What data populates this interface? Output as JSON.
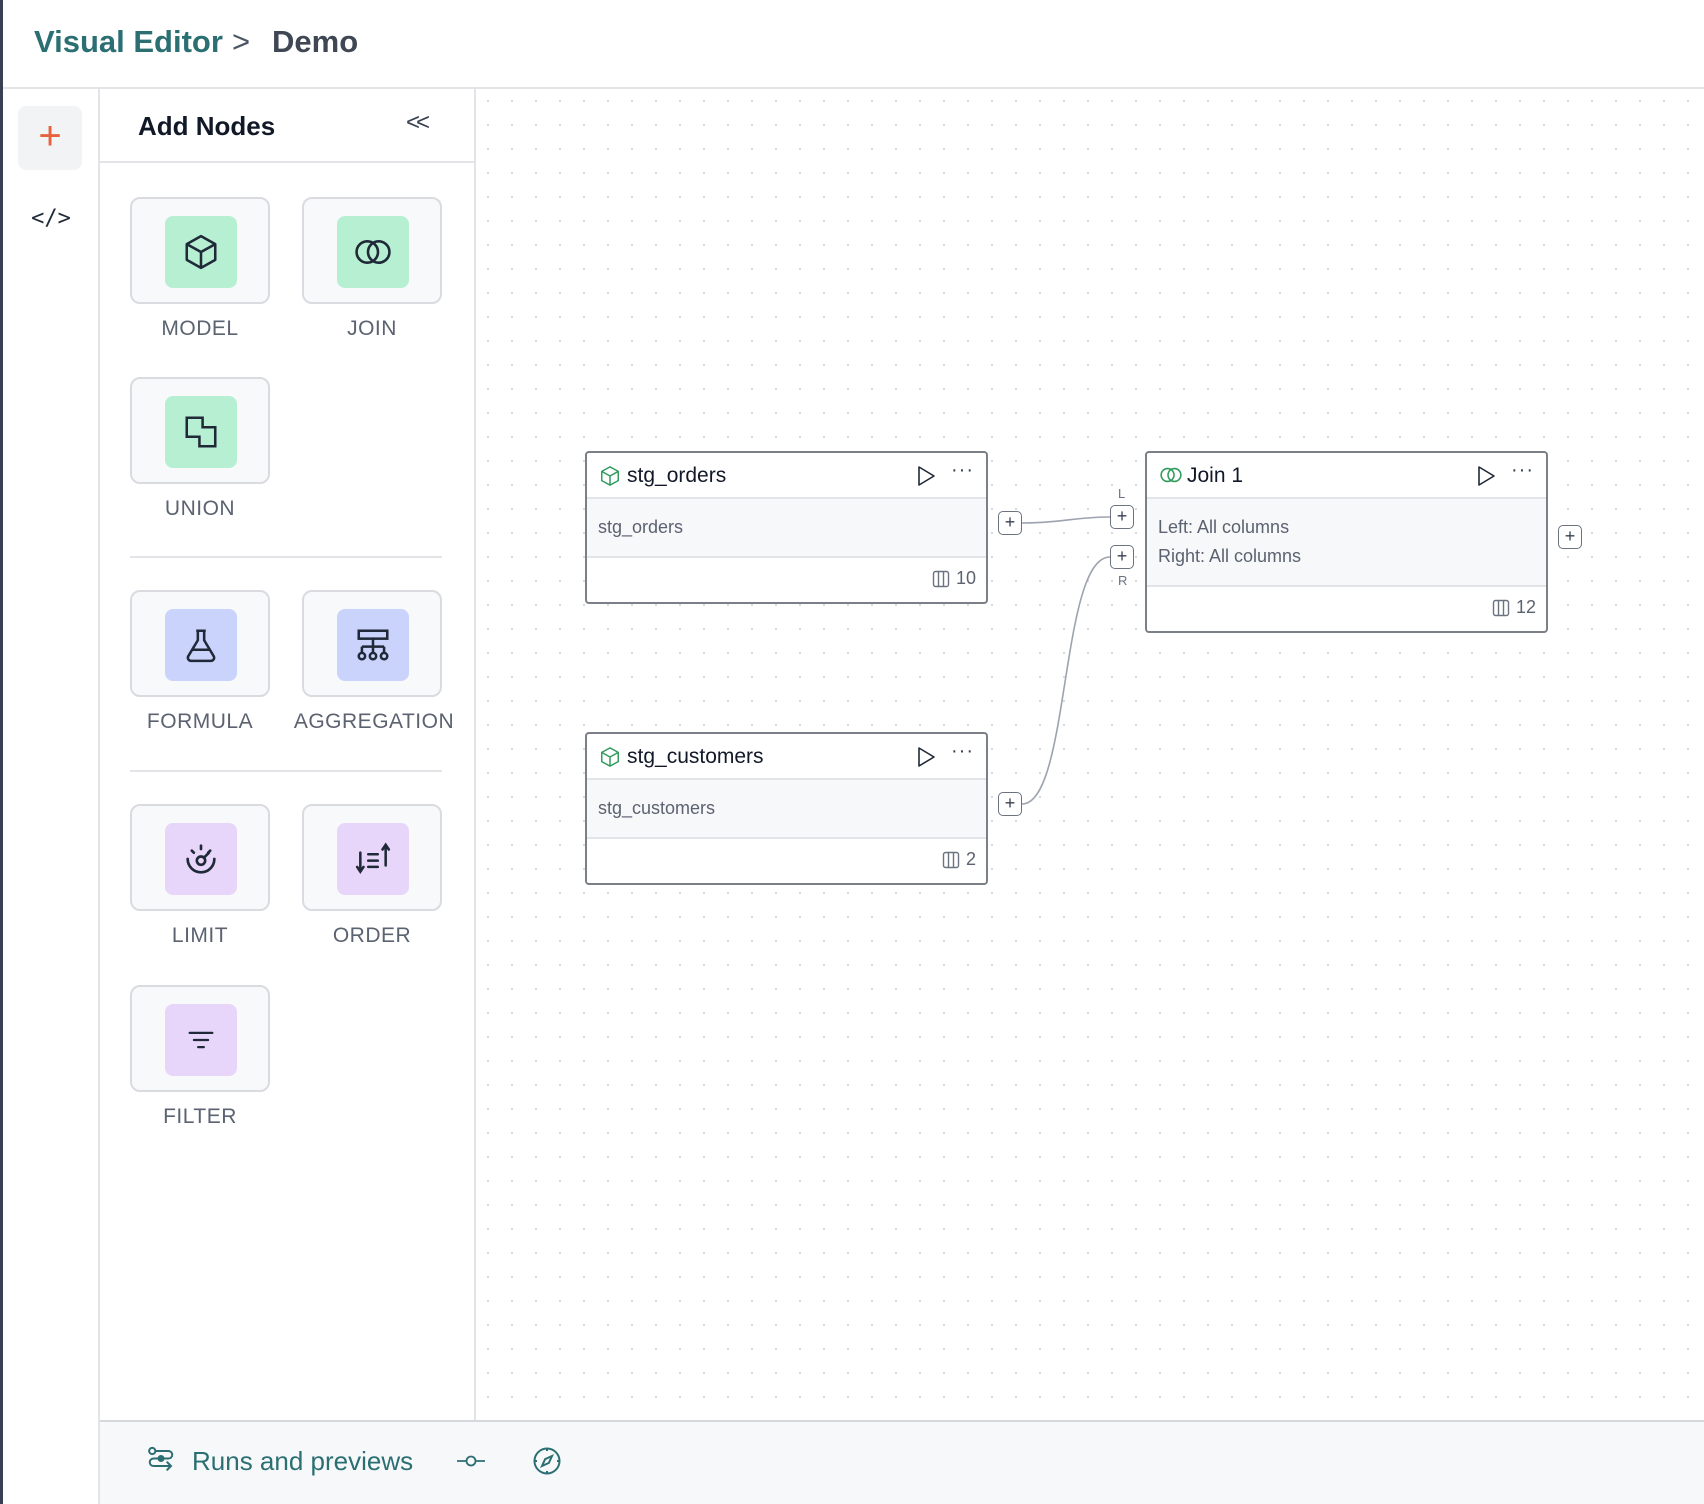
{
  "header": {
    "breadcrumb": [
      {
        "label": "Visual Editor"
      },
      {
        "separator": ">"
      },
      {
        "label": "Demo"
      }
    ]
  },
  "rail": {
    "add_icon": "+",
    "code_icon": "</>"
  },
  "panel": {
    "title": "Add Nodes",
    "collapse": "<<",
    "nodes": [
      {
        "label": "MODEL",
        "icon": "cube-icon",
        "color": "#b6efd2"
      },
      {
        "label": "JOIN",
        "icon": "join-icon",
        "color": "#b6efd2"
      },
      {
        "label": "UNION",
        "icon": "union-icon",
        "color": "#b6efd2"
      },
      {
        "label": "FORMULA",
        "icon": "flask-icon",
        "color": "#c9d3fb"
      },
      {
        "label": "AGGREGATION",
        "icon": "aggregation-icon",
        "color": "#c9d3fb"
      },
      {
        "label": "LIMIT",
        "icon": "limit-icon",
        "color": "#e7d6fa"
      },
      {
        "label": "ORDER",
        "icon": "sort-icon",
        "color": "#e7d6fa"
      },
      {
        "label": "FILTER",
        "icon": "filter-icon",
        "color": "#e7d6fa"
      }
    ]
  },
  "canvas": {
    "nodes": [
      {
        "title": "stg_orders",
        "body": [
          "stg_orders"
        ],
        "columns": "10"
      },
      {
        "title": "stg_customers",
        "body": [
          "stg_customers"
        ],
        "columns": "2"
      },
      {
        "title": "Join 1",
        "body": [
          "Left: All columns",
          "Right: All columns"
        ],
        "columns": "12"
      }
    ],
    "ports": {
      "left": "L",
      "right": "R",
      "add": "+"
    },
    "more": "···"
  },
  "bottom": {
    "runs_label": "Runs and previews"
  },
  "colors": {
    "accent": "#2b6f73",
    "add": "#e8613f",
    "node_green": "#2f9a5c"
  }
}
